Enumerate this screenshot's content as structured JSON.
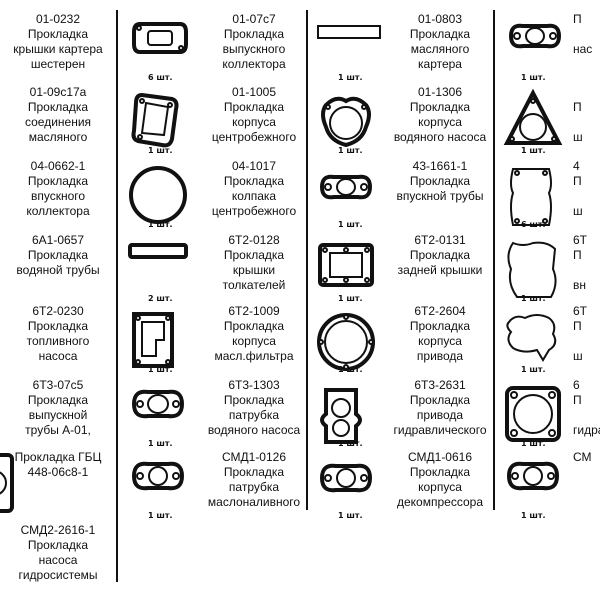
{
  "cells": [
    {
      "code": "01-0232",
      "lines": [
        "Прокладка",
        "крышки картера",
        "шестерен"
      ],
      "qty": "",
      "icon": "partial-gasket-icon"
    },
    {
      "code": "01-07с7",
      "lines": [
        "Прокладка",
        "выпускного",
        "коллектора"
      ],
      "qty": "6 шт.",
      "icon": "exhaust-manifold-gasket-icon"
    },
    {
      "code": "01-0803",
      "lines": [
        "Прокладка",
        "масляного",
        "картера"
      ],
      "qty": "1 шт.",
      "icon": "oil-pan-strip-gasket-icon"
    },
    {
      "code": "",
      "lines": [
        "П",
        "",
        "нас"
      ],
      "qty": "1 шт.",
      "icon": "oval-two-hole-gasket-icon"
    },
    {
      "code": "01-09с17а",
      "lines": [
        "Прокладка",
        "соединения",
        "масляного"
      ],
      "qty": "",
      "icon": "partial-gasket-icon"
    },
    {
      "code": "01-1005",
      "lines": [
        "Прокладка",
        "корпуса",
        "центробежного"
      ],
      "qty": "1 шт.",
      "icon": "centrifuge-body-gasket-icon"
    },
    {
      "code": "01-1306",
      "lines": [
        "Прокладка",
        "корпуса",
        "водяного насоса"
      ],
      "qty": "1 шт.",
      "icon": "water-pump-body-gasket-icon"
    },
    {
      "code": "",
      "lines": [
        "",
        "П",
        "",
        "ш"
      ],
      "qty": "1 шт.",
      "icon": "triangle-gasket-icon"
    },
    {
      "code": "04-0662-1",
      "lines": [
        "Прокладка",
        "впускного",
        "коллектора"
      ],
      "qty": "",
      "icon": "partial-gasket-icon"
    },
    {
      "code": "04-1017",
      "lines": [
        "Прокладка",
        "колпака",
        "центробежного"
      ],
      "qty": "1 шт.",
      "icon": "round-ring-gasket-icon"
    },
    {
      "code": "43-1661-1",
      "lines": [
        "Прокладка",
        "впускной трубы"
      ],
      "qty": "1 шт.",
      "icon": "intake-pipe-gasket-icon"
    },
    {
      "code": "4",
      "lines": [
        "П",
        "",
        "ш"
      ],
      "qty": "6 шт.",
      "icon": "cylinder-cover-gasket-icon"
    },
    {
      "code": "6А1-0657",
      "lines": [
        "Прокладка",
        "водяной трубы"
      ],
      "qty": "",
      "icon": "partial-gasket-icon"
    },
    {
      "code": "6Т2-0128",
      "lines": [
        "Прокладка",
        "крышки",
        "толкателей"
      ],
      "qty": "2 шт.",
      "icon": "tappet-cover-gasket-icon"
    },
    {
      "code": "6Т2-0131",
      "lines": [
        "Прокладка",
        "задней крышки"
      ],
      "qty": "1 шт.",
      "icon": "rear-cover-gasket-icon"
    },
    {
      "code": "6Т",
      "lines": [
        "П",
        "",
        "вн"
      ],
      "qty": "1 шт.",
      "icon": "contour-gasket-icon"
    },
    {
      "code": "6Т2-0230",
      "lines": [
        "Прокладка",
        "топливного",
        "насоса"
      ],
      "qty": "",
      "icon": "partial-gasket-icon"
    },
    {
      "code": "6Т2-1009",
      "lines": [
        "Прокладка",
        "корпуса",
        "масл.фильтра"
      ],
      "qty": "1 шт.",
      "icon": "oil-filter-body-gasket-icon"
    },
    {
      "code": "6Т2-2604",
      "lines": [
        "Прокладка",
        "корпуса",
        "привода"
      ],
      "qty": "1 шт.",
      "icon": "drive-body-gasket-icon"
    },
    {
      "code": "6Т",
      "lines": [
        "П",
        "",
        "ш"
      ],
      "qty": "1 шт.",
      "icon": "wavy-contour-gasket-icon"
    },
    {
      "code": "6Т3-07с5",
      "lines": [
        "Прокладка",
        "выпускной",
        "трубы А-01,"
      ],
      "qty": "",
      "icon": "partial-gasket-icon"
    },
    {
      "code": "6Т3-1303",
      "lines": [
        "Прокладка",
        "патрубка",
        "водяного насоса"
      ],
      "qty": "1 шт.",
      "icon": "pipe-branch-gasket-icon"
    },
    {
      "code": "6Т3-2631",
      "lines": [
        "Прокладка",
        "привода",
        "гидравлического"
      ],
      "qty": "1 шт.",
      "icon": "hydraulic-drive-gasket-icon"
    },
    {
      "code": "6",
      "lines": [
        "П",
        "",
        "гидра"
      ],
      "qty": "1 шт.",
      "icon": "square-flange-gasket-icon"
    },
    {
      "code": "",
      "lines": [
        "Прокладка ГБЦ",
        "448-06с8-1"
      ],
      "qty": "",
      "icon": "cylinder-head-gasket-icon"
    },
    {
      "code": "СМД1-0126",
      "lines": [
        "Прокладка",
        "патрубка",
        "маслоналивного"
      ],
      "qty": "1 шт.",
      "icon": "oil-filler-gasket-icon"
    },
    {
      "code": "СМД1-0616",
      "lines": [
        "Прокладка",
        "корпуса",
        "декомпрессора"
      ],
      "qty": "1 шт.",
      "icon": "decompressor-gasket-icon"
    },
    {
      "code": "СМ",
      "lines": [
        ""
      ],
      "qty": "1 шт.",
      "icon": "oval-flange-gasket-icon"
    },
    {
      "code": "СМД2-2616-1",
      "lines": [
        "Прокладка",
        "насоса",
        "гидросистемы"
      ],
      "qty": "",
      "icon": ""
    }
  ]
}
